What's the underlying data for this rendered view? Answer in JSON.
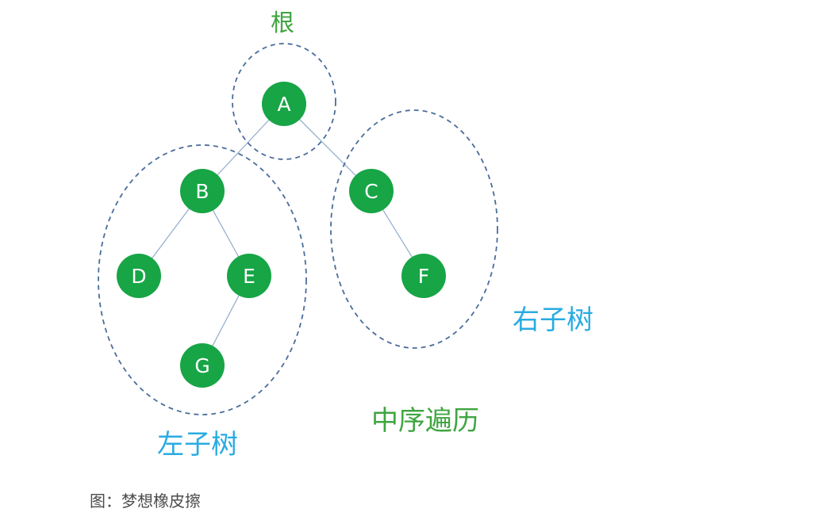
{
  "labels": {
    "root": "根",
    "left_subtree": "左子树",
    "right_subtree": "右子树",
    "traversal": "中序遍历",
    "caption": "图：梦想橡皮擦"
  },
  "tree": {
    "nodes": {
      "a": "A",
      "b": "B",
      "c": "C",
      "d": "D",
      "e": "E",
      "f": "F",
      "g": "G"
    },
    "edges": [
      "A-B",
      "A-C",
      "B-D",
      "B-E",
      "E-G",
      "C-F"
    ]
  },
  "colors": {
    "node_green": "#17a546",
    "node_text": "#ffffff",
    "edge_line": "#8fabcb",
    "ellipse_stroke": "#4a6d9b",
    "label_blue": "#29abe2",
    "label_green": "#3fa540",
    "caption_gray": "#4c4c4c"
  }
}
